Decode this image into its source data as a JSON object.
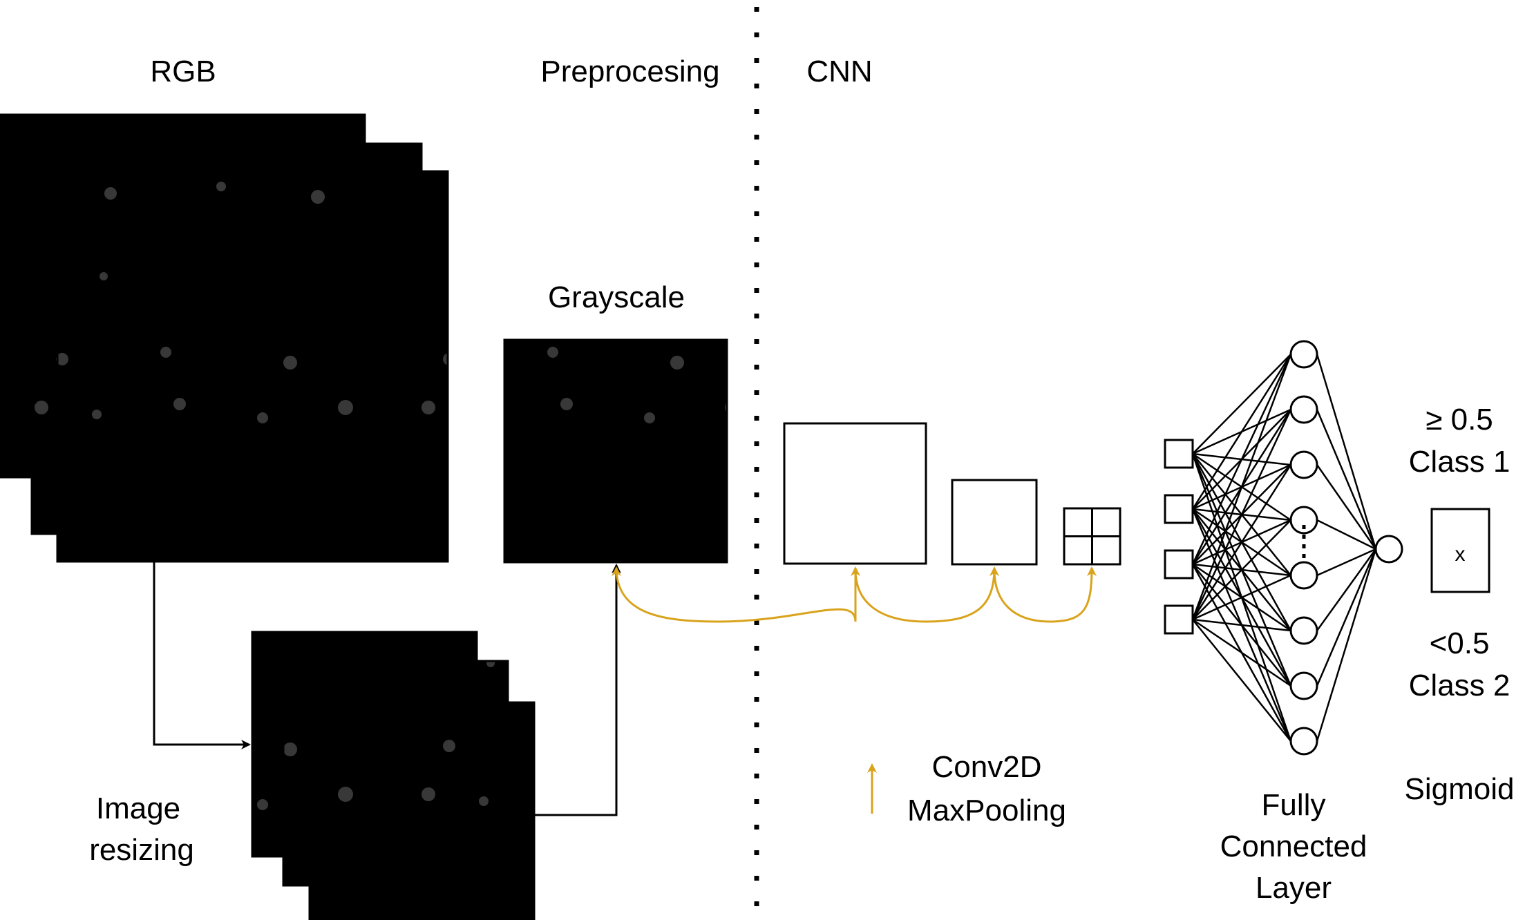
{
  "labels": {
    "rgb": "RGB",
    "preprocessing": "Preprocesing",
    "cnn": "CNN",
    "grayscale": "Grayscale",
    "image_resizing_line1": "Image",
    "image_resizing_line2": "resizing",
    "legend_conv2d": "Conv2D",
    "legend_maxpooling": "MaxPooling",
    "fully_connected_line1": "Fully",
    "fully_connected_line2": "Connected",
    "fully_connected_line3": "Layer",
    "threshold_high": "≥ 0.5",
    "class_1": "Class 1",
    "threshold_low": "<0.5",
    "class_2": "Class 2",
    "sigmoid": "Sigmoid",
    "output_x": "x"
  },
  "colors": {
    "brick_red": "#e5705e",
    "channel_green": "#8fc48a",
    "channel_blue": "#7fa6c4",
    "grayscale": "#9a9a9a",
    "arrow_gold": "#d9a31c",
    "stroke": "#000000"
  },
  "network": {
    "input_nodes": 4,
    "hidden_nodes": 8,
    "output_nodes": 1
  }
}
